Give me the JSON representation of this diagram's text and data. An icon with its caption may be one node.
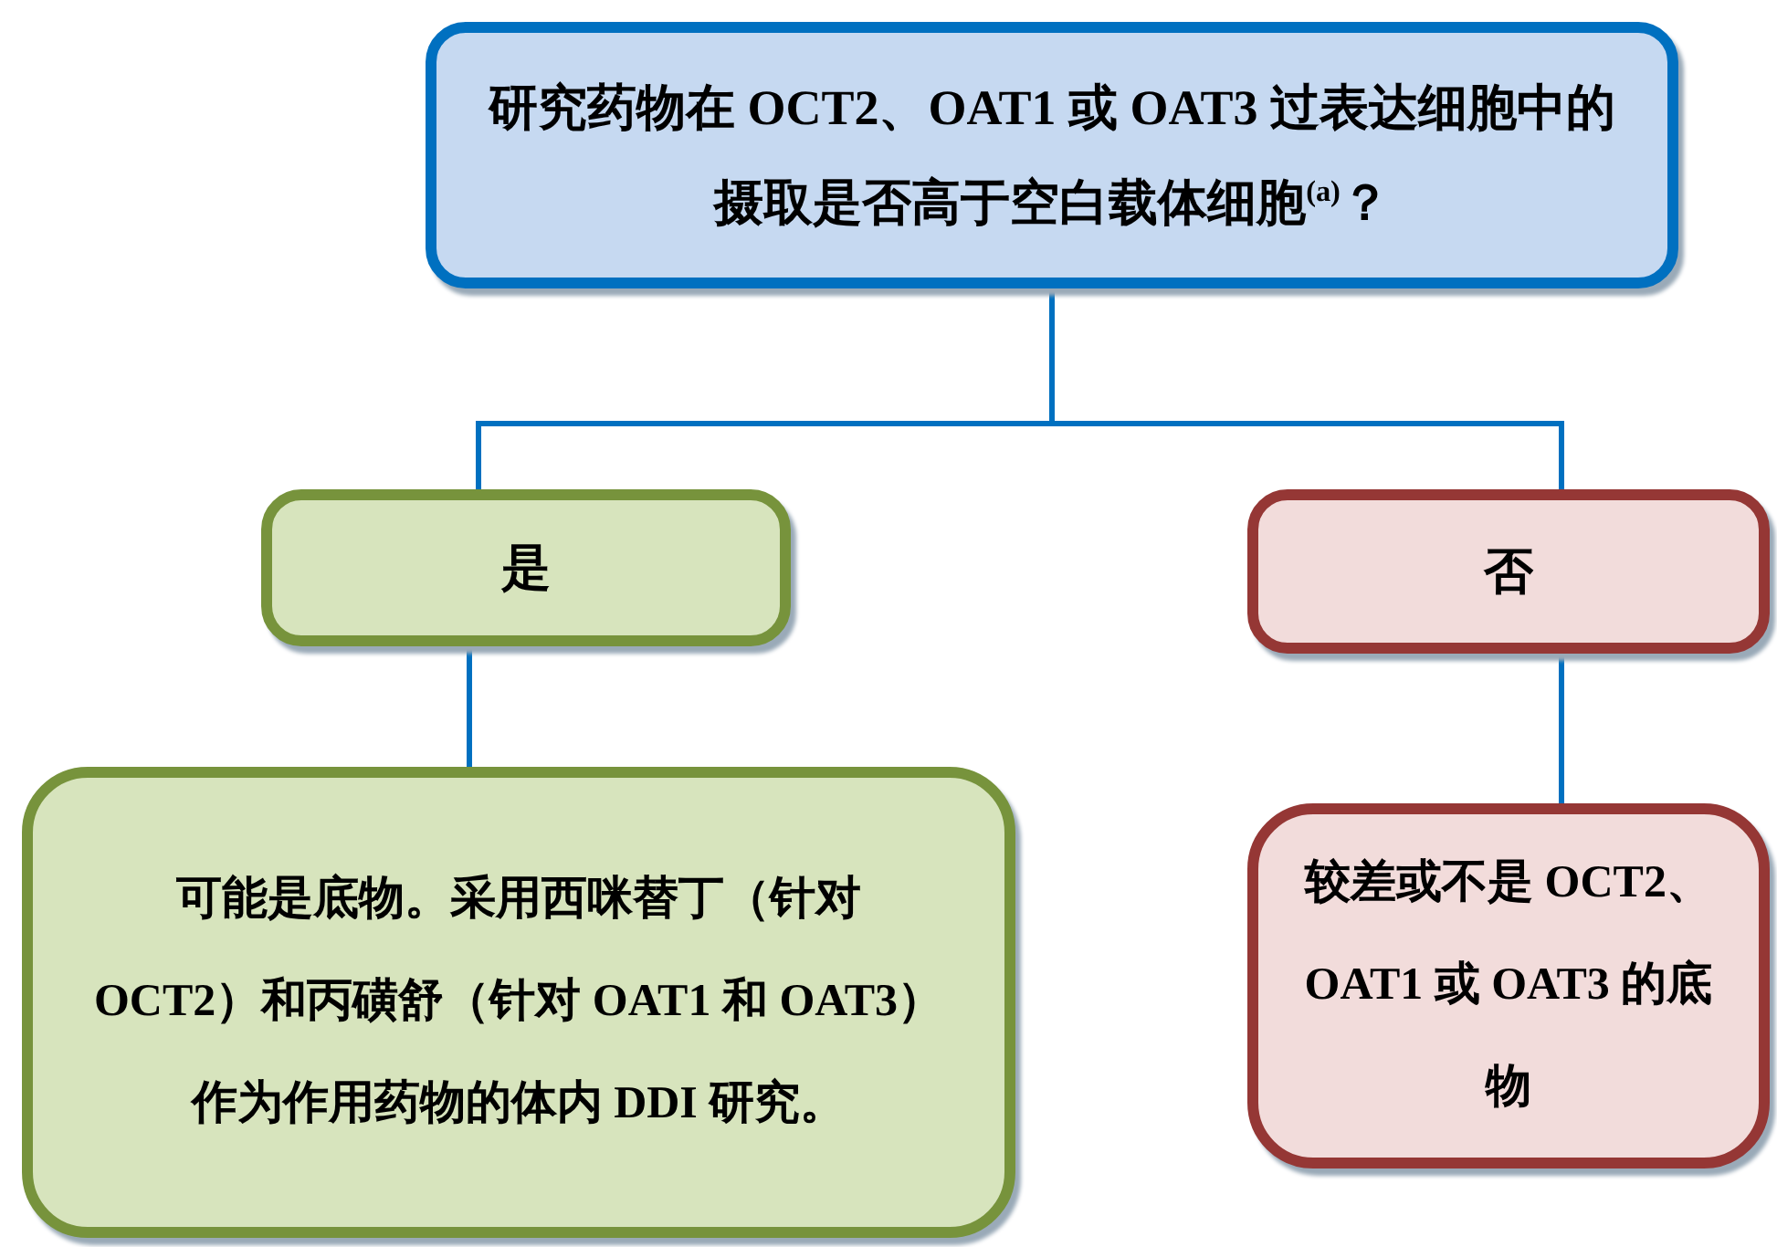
{
  "diagram": {
    "nodes": [
      {
        "text": [
          "研究药物在 OCT2、OAT1 或 OAT3 过表达细胞中的摄取是否高于空白载体细胞$^{(a)}$？"
        ]
      },
      {
        "text": [
          "是"
        ]
      },
      {
        "text": [
          "否"
        ]
      },
      {
        "text": [
          "可能是底物。采用西咪替丁（针对 OCT2）和丙磺舒（针对 OAT1 和 OAT3）作为作用药物的体内 DDI 研究。"
        ]
      },
      {
        "text": [
          "较差或不是 OCT2、OAT1 或 OAT3 的底物"
        ]
      }
    ],
    "edges": [
      {
        "from": 0,
        "to": 1,
        "arrow": "none"
      },
      {
        "from": 0,
        "to": 2,
        "arrow": "none"
      },
      {
        "from": 1,
        "to": 3,
        "arrow": "none"
      },
      {
        "from": 2,
        "to": 4,
        "arrow": "none"
      }
    ]
  }
}
